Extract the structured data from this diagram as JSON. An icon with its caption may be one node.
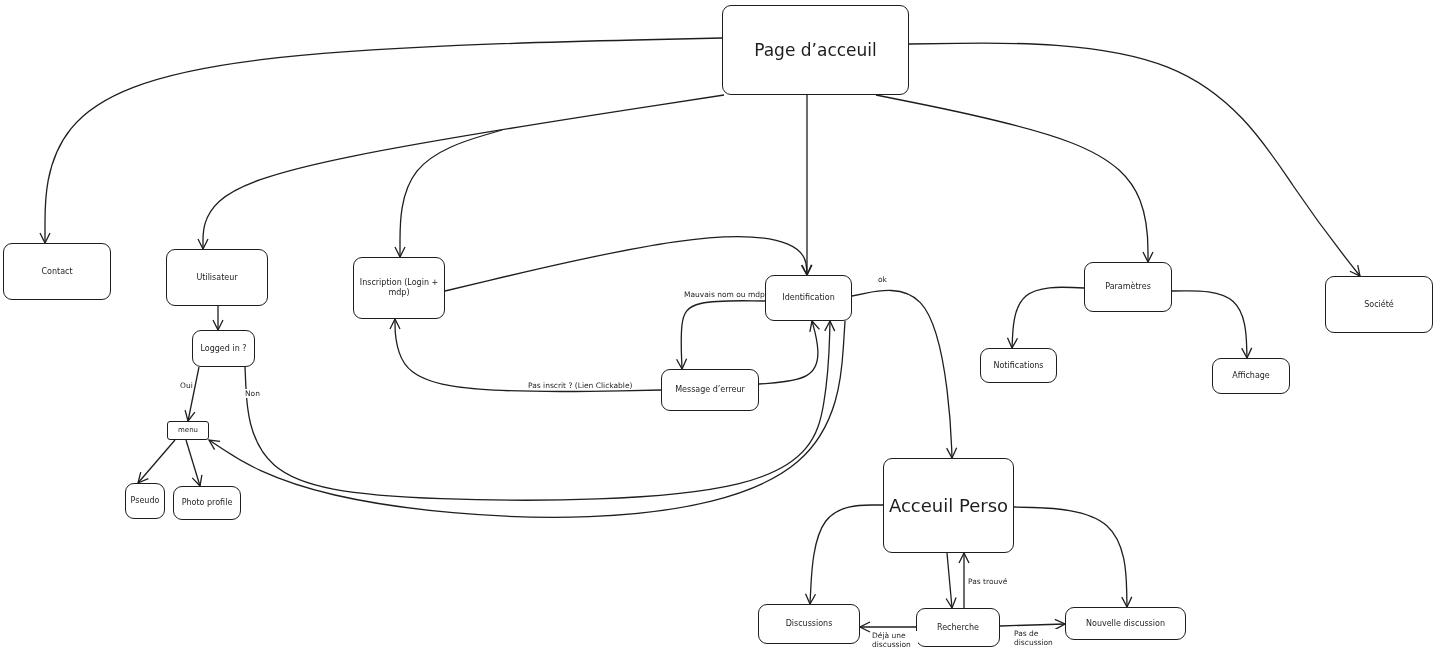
{
  "diagram": {
    "nodes": [
      {
        "text": [
          "Page d’acceuil"
        ]
      },
      {
        "text": [
          "Contact"
        ]
      },
      {
        "text": [
          "Utilisateur"
        ]
      },
      {
        "text": [
          "Inscription (Login + mdp)"
        ]
      },
      {
        "text": [
          "Identification"
        ]
      },
      {
        "text": [
          "Paramètres"
        ]
      },
      {
        "text": [
          "Société"
        ]
      },
      {
        "text": [
          "Logged in ?"
        ]
      },
      {
        "text": [
          "Message d’erreur"
        ]
      },
      {
        "text": [
          "Notifications"
        ]
      },
      {
        "text": [
          "Affichage"
        ]
      },
      {
        "text": [
          "menu"
        ]
      },
      {
        "text": [
          "Pseudo"
        ]
      },
      {
        "text": [
          "Photo profile"
        ]
      },
      {
        "text": [
          "Acceuil Perso"
        ]
      },
      {
        "text": [
          "Discussions"
        ]
      },
      {
        "text": [
          "Recherche"
        ]
      },
      {
        "text": [
          "Nouvelle discussion"
        ]
      }
    ],
    "edges": [
      {
        "from": 0,
        "to": 1,
        "arrow": "to"
      },
      {
        "from": 0,
        "to": 2,
        "arrow": "to"
      },
      {
        "from": null,
        "to": 3,
        "arrow": "to"
      },
      {
        "from": 0,
        "to": 4,
        "arrow": "to"
      },
      {
        "from": 0,
        "to": 5,
        "arrow": "to"
      },
      {
        "from": 0,
        "to": 6,
        "arrow": "to"
      },
      {
        "from": 3,
        "to": 4,
        "arrow": "to"
      },
      {
        "from": 2,
        "to": 7,
        "arrow": "to"
      },
      {
        "from": 7,
        "to": 11,
        "arrow": "to",
        "label": "Oui"
      },
      {
        "from": 7,
        "to": 4,
        "arrow": "to",
        "label": "Non"
      },
      {
        "from": 4,
        "to": 11,
        "arrow": "to"
      },
      {
        "from": 4,
        "to": 8,
        "arrow": "to",
        "label": "Mauvais nom ou mdp"
      },
      {
        "from": 8,
        "to": 4,
        "arrow": "to"
      },
      {
        "from": 8,
        "to": 3,
        "arrow": "to",
        "label": "Pas inscrit ? (Lien Clickable)"
      },
      {
        "from": 4,
        "to": 14,
        "arrow": "to",
        "label": "ok"
      },
      {
        "from": 5,
        "to": 9,
        "arrow": "to"
      },
      {
        "from": 5,
        "to": 10,
        "arrow": "to"
      },
      {
        "from": 11,
        "to": 12,
        "arrow": "to"
      },
      {
        "from": 11,
        "to": 13,
        "arrow": "to"
      },
      {
        "from": 14,
        "to": 15,
        "arrow": "to"
      },
      {
        "from": 14,
        "to": 16,
        "arrow": "to"
      },
      {
        "from": 16,
        "to": 14,
        "arrow": "to",
        "label": "Pas trouvé"
      },
      {
        "from": 14,
        "to": 17,
        "arrow": "to"
      },
      {
        "from": 16,
        "to": 15,
        "arrow": "to",
        "label": "Déjà une discussion"
      },
      {
        "from": 16,
        "to": 17,
        "arrow": "to",
        "label": "Pas de discussion"
      }
    ]
  }
}
